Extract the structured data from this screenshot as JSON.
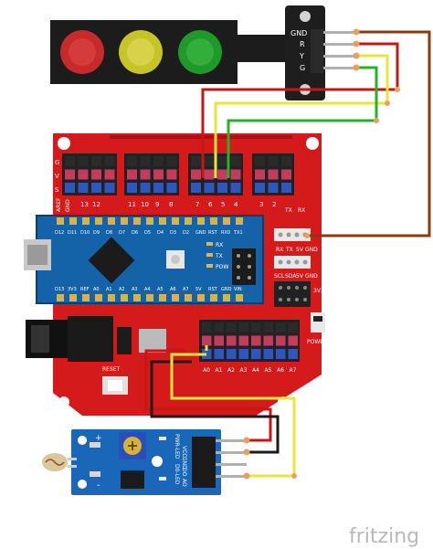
{
  "watermark": "fritzing",
  "traffic_light": {
    "pins": [
      "GND",
      "R",
      "Y",
      "G"
    ]
  },
  "shield": {
    "pin_numbers": [
      "13",
      "12",
      "11",
      "10",
      "9",
      "8",
      "7",
      "6",
      "5",
      "4",
      "3",
      "2"
    ],
    "tx_label": "TX",
    "rx_label": "RX",
    "left_labels": [
      "G",
      "V",
      "S"
    ],
    "bottom_labels": [
      "A0",
      "A1",
      "A2",
      "A3",
      "A4",
      "A5",
      "A6",
      "A7"
    ],
    "aref_label": "AREF",
    "gnd_label": "GND",
    "reset_label": "RESET",
    "power_label": "POWER",
    "v33_label": "3V3",
    "uart_header": [
      "RX",
      "TX",
      "5V",
      "GND"
    ],
    "i2c_header": [
      "SCL",
      "SDA",
      "5V",
      "GND"
    ]
  },
  "nano": {
    "top_pins": [
      "D12",
      "D11",
      "D10",
      "D9",
      "D8",
      "D7",
      "D6",
      "D5",
      "D4",
      "D3",
      "D2",
      "GND",
      "RST",
      "RX0",
      "TX1"
    ],
    "bottom_pins": [
      "D13",
      "3V3",
      "REF",
      "A0",
      "A1",
      "A2",
      "A3",
      "A4",
      "A5",
      "A6",
      "A7",
      "5V",
      "RST",
      "GND",
      "VIN"
    ],
    "led_labels": [
      "RX",
      "TX",
      "POW"
    ]
  },
  "ldr_module": {
    "labels": [
      "PWR-LED",
      "D0-LED"
    ],
    "pins": [
      "VCC",
      "GND",
      "DO",
      "AO"
    ],
    "plus": "+",
    "minus": "-"
  }
}
